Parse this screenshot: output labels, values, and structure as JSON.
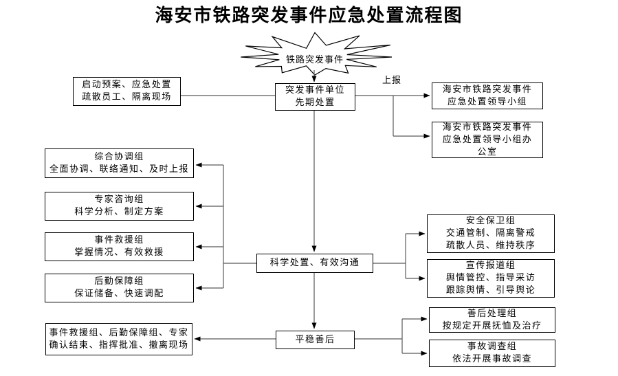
{
  "title": "海安市铁路突发事件应急处置流程图",
  "colors": {
    "background": "#ffffff",
    "box_border": "#000000",
    "line": "#595959",
    "arrowhead": "#000000",
    "text": "#000000"
  },
  "flowchart": {
    "start_burst": "铁路突发事件",
    "report_label": "上报",
    "nodes": {
      "plan": "启动预案、应急处置\n疏散员工、隔离现场",
      "initial_response": "突发事件单位\n先期处置",
      "leading_group": "海安市铁路突发事件\n应急处置领导小组",
      "leading_group_office": "海安市铁路突发事件\n应急处置领导小组办\n公室",
      "coordination": "综合协调组\n全面协调、联络通知、及时上报",
      "expert": "专家咨询组\n科学分析、制定方案",
      "rescue": "事件救援组\n掌握情况、有效救援",
      "logistics": "后勤保障组\n保证储备、快速调配",
      "handle": "科学处置、有效沟通",
      "security": "安全保卫组\n交通管制、隔离警戒\n疏散人员、维持秩序",
      "publicity": "宣传报道组\n舆情管控、指导采访\n跟踪舆情、引导舆论",
      "aftermath": "平稳善后",
      "closeout": "事件救援组、后勤保障组、专家\n确认结束、指挥批准、撤离现场",
      "relief": "善后处理组\n按规定开展抚恤及治疗",
      "investigation": "事故调查组\n依法开展事故调查"
    }
  }
}
